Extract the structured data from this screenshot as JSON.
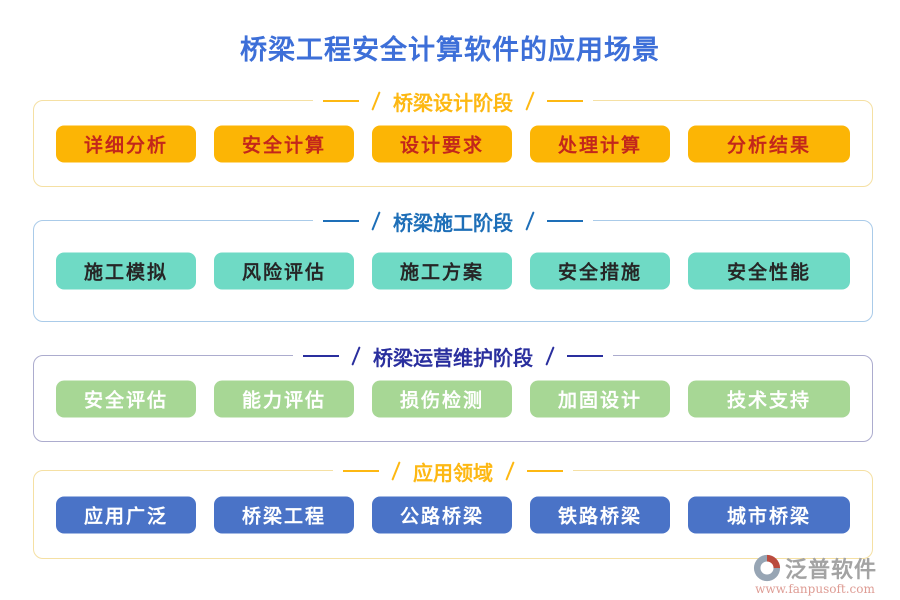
{
  "title": "桥梁工程安全计算软件的应用场景",
  "title_color": "#3d6fd8",
  "sections": [
    {
      "label": "桥梁设计阶段",
      "header_color": "#fdb813",
      "border_color": "#f5e0a3",
      "button_bg": "#fcb505",
      "button_text_color": "#c3271b",
      "buttons": [
        "详细分析",
        "安全计算",
        "设计要求",
        "处理计算",
        "分析结果"
      ]
    },
    {
      "label": "桥梁施工阶段",
      "header_color": "#1e6fb8",
      "border_color": "#aacbe9",
      "button_bg": "#6fdac5",
      "button_text_color": "#262626",
      "buttons": [
        "施工模拟",
        "风险评估",
        "施工方案",
        "安全措施",
        "安全性能"
      ]
    },
    {
      "label": "桥梁运营维护阶段",
      "header_color": "#2a2f9e",
      "border_color": "#acacce",
      "button_bg": "#a7d795",
      "button_text_color": "#ffffff",
      "buttons": [
        "安全评估",
        "能力评估",
        "损伤检测",
        "加固设计",
        "技术支持"
      ]
    },
    {
      "label": "应用领域",
      "header_color": "#fdb813",
      "border_color": "#f5e0a3",
      "button_bg": "#4a73c7",
      "button_text_color": "#ffffff",
      "buttons": [
        "应用广泛",
        "桥梁工程",
        "公路桥梁",
        "铁路桥梁",
        "城市桥梁"
      ]
    }
  ],
  "watermark": {
    "brand": "泛普软件",
    "url": "www.fanpusoft.com",
    "brand_color": "#a3a3a3",
    "url_color": "#de9c94",
    "logo_gray": "#97a5b4",
    "logo_red": "#ba4b3e"
  }
}
